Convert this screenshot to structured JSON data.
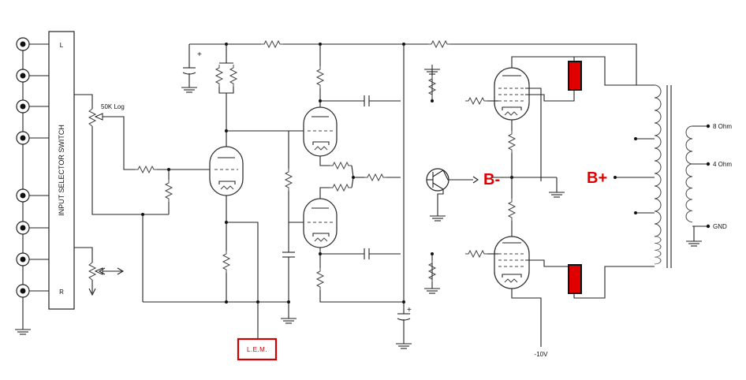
{
  "switch": {
    "title": "INPUT SELECTOR SWITCH",
    "left_label": "L",
    "right_label": "R"
  },
  "labels": {
    "pot": "50K Log",
    "lem": "L.E.M.",
    "b_minus": "B-",
    "b_plus": "B+",
    "minus_10v": "-10V",
    "tap_8ohm": "8 Ohm",
    "tap_4ohm": "4 Ohm",
    "tap_gnd": "GND"
  },
  "colors": {
    "accent": "#e00000",
    "wire": "#222222",
    "background": "#ffffff"
  }
}
